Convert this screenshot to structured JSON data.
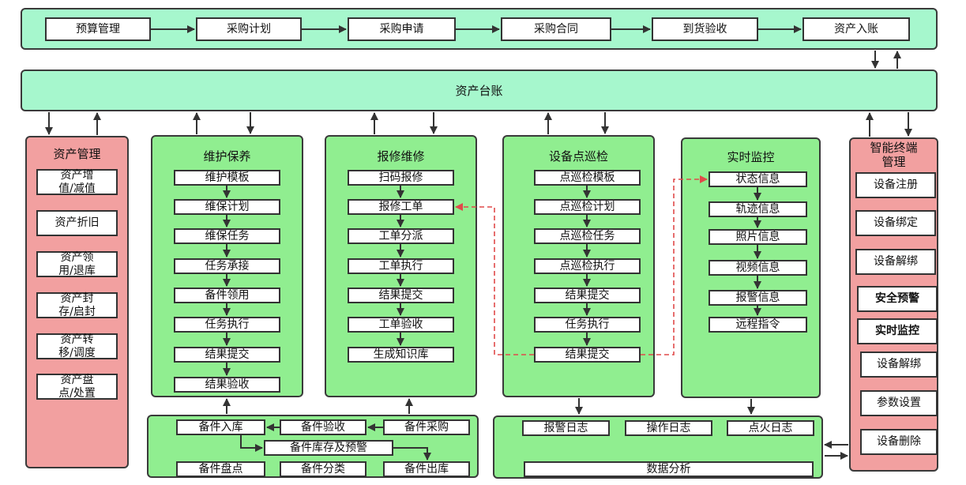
{
  "top_flow": [
    "预算管理",
    "采购计划",
    "采购申请",
    "采购合同",
    "到货验收",
    "资产入账"
  ],
  "ledger": "资产台账",
  "asset_mgmt": {
    "title": "资产管理",
    "items": [
      "资产增\n值/减值",
      "资产折旧",
      "资产领\n用/退库",
      "资产封\n存/启封",
      "资产转\n移/调度",
      "资产盘\n点/处置"
    ]
  },
  "maintenance": {
    "title": "维护保养",
    "items": [
      "维护模板",
      "维保计划",
      "维保任务",
      "任务承接",
      "备件领用",
      "任务执行",
      "结果提交",
      "结果验收"
    ]
  },
  "repair": {
    "title": "报修维修",
    "items": [
      "扫码报修",
      "报修工单",
      "工单分派",
      "工单执行",
      "结果提交",
      "工单验收",
      "生成知识库"
    ]
  },
  "inspection": {
    "title": "设备点巡检",
    "items": [
      "点巡检模板",
      "点巡检计划",
      "点巡检任务",
      "点巡检执行",
      "结果提交",
      "任务执行",
      "结果提交"
    ]
  },
  "monitor": {
    "title": "实时监控",
    "items": [
      "状态信息",
      "轨迹信息",
      "照片信息",
      "视频信息",
      "报警信息",
      "远程指令"
    ]
  },
  "terminal": {
    "title": "智能终端\n管理",
    "items": [
      "设备注册",
      "设备绑定",
      "设备解绑",
      "安全预警",
      "实时监控",
      "设备解绑",
      "参数设置",
      "设备删除"
    ]
  },
  "spare_parts": {
    "row1": [
      "备件入库",
      "备件验收",
      "备件采购"
    ],
    "middle": "备件库存及预警",
    "row3": [
      "备件盘点",
      "备件分类",
      "备件出库"
    ]
  },
  "logs": {
    "items": [
      "报警日志",
      "操作日志",
      "点火日志"
    ],
    "analysis": "数据分析"
  },
  "colors": {
    "top_panel": "#a6f7cd",
    "module_panel": "#90ee90",
    "side_panel": "#f2a0a0",
    "dashed_link": "#e04a4a"
  }
}
